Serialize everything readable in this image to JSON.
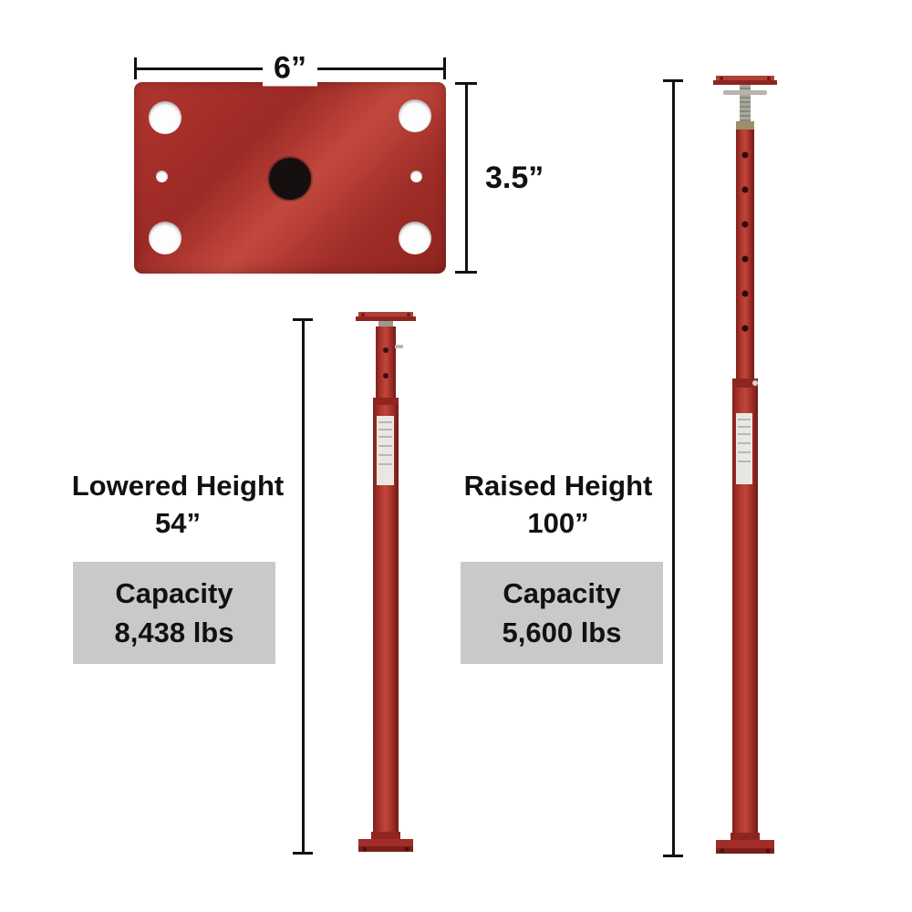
{
  "plate_diagram": {
    "width_label": "6”",
    "height_label": "3.5”"
  },
  "lowered_post": {
    "heading_line1": "Lowered Height",
    "heading_line2": "54”",
    "capacity_label": "Capacity",
    "capacity_value": "8,438 lbs"
  },
  "raised_post": {
    "heading_line1": "Raised Height",
    "heading_line2": "100”",
    "capacity_label": "Capacity",
    "capacity_value": "5,600 lbs"
  },
  "colors": {
    "post_red": "#a63430",
    "plate_red": "#a8302b",
    "capacity_box_gray": "#c9c9c9",
    "dimension_black": "#111111"
  }
}
